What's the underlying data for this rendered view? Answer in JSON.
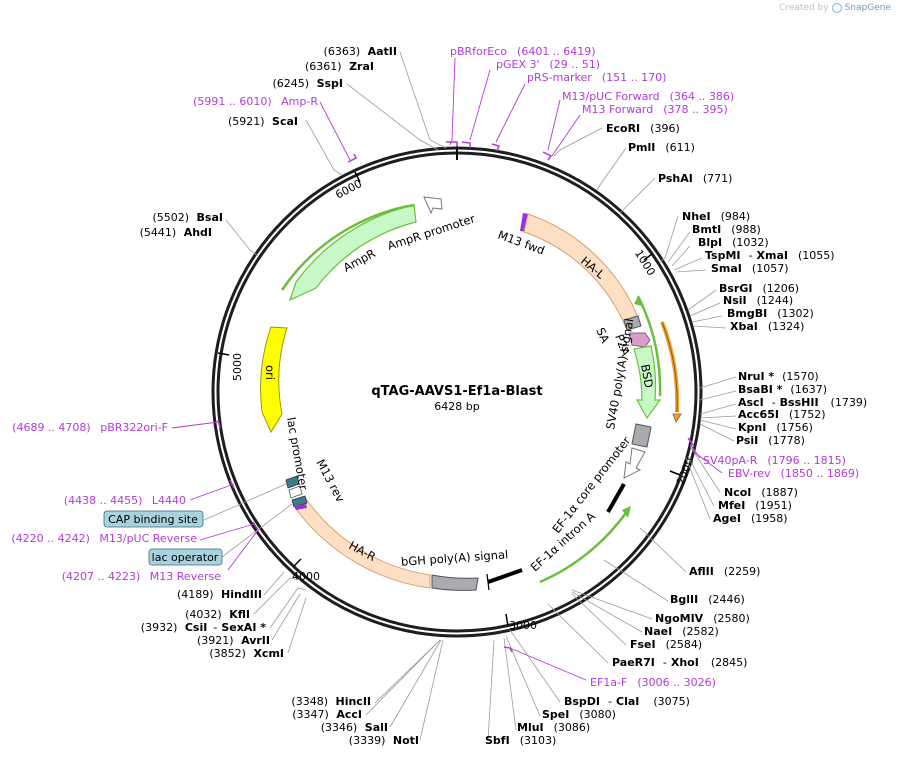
{
  "branding": {
    "created_by": "Created by",
    "app": "SnapGene"
  },
  "plasmid": {
    "name": "qTAG-AAVS1-Ef1a-Blast",
    "size": "6428 bp"
  },
  "ticks": [
    "1000",
    "2000",
    "3000",
    "4000",
    "5000",
    "6000"
  ],
  "features": {
    "m13_fwd": "M13 fwd",
    "ha_l": "HA-L",
    "sa": "SA",
    "p2a": "P2A",
    "bsd": "BSD",
    "sv40": "SV40 poly(A) signal",
    "ef1a_core": "EF-1α core promoter",
    "ef1a_intron": "EF-1α intron A",
    "bgh": "bGH poly(A) signal",
    "ha_r": "HA-R",
    "m13_rev": "M13 rev",
    "lac_promoter": "lac promoter",
    "ori": "ori",
    "ampr": "AmpR",
    "ampr_promoter": "AmpR promoter"
  },
  "boxes": {
    "cap": "CAP binding site",
    "lac_op": "lac operator"
  },
  "enzymes": {
    "aatii": {
      "pos": "(6363)",
      "name": "AatII"
    },
    "zrai": {
      "pos": "(6361)",
      "name": "ZraI"
    },
    "sspi": {
      "pos": "(6245)",
      "name": "SspI"
    },
    "scai": {
      "pos": "(5921)",
      "name": "ScaI"
    },
    "bsai": {
      "pos": "(5502)",
      "name": "BsaI"
    },
    "ahdi": {
      "pos": "(5441)",
      "name": "AhdI"
    },
    "ecori": {
      "name": "EcoRI",
      "pos": "(396)"
    },
    "pmli": {
      "name": "PmlI",
      "pos": "(611)"
    },
    "pshai": {
      "name": "PshAI",
      "pos": "(771)"
    },
    "nhei": {
      "name": "NheI",
      "pos": "(984)"
    },
    "bmti": {
      "name": "BmtI",
      "pos": "(988)"
    },
    "blpi": {
      "name": "BlpI",
      "pos": "(1032)"
    },
    "tspmi": {
      "name": "TspMI",
      "sep": "-",
      "name2": "XmaI",
      "pos": "(1055)"
    },
    "smai": {
      "name": "SmaI",
      "pos": "(1057)"
    },
    "bsrgi": {
      "name": "BsrGI",
      "pos": "(1206)"
    },
    "nsii": {
      "name": "NsiI",
      "pos": "(1244)"
    },
    "bmgbi": {
      "name": "BmgBI",
      "pos": "(1302)"
    },
    "xbai": {
      "name": "XbaI",
      "pos": "(1324)"
    },
    "nrui": {
      "name": "NruI *",
      "pos": "(1570)"
    },
    "bsabi": {
      "name": "BsaBI *",
      "pos": "(1637)"
    },
    "asci": {
      "name": "AscI",
      "sep": "-",
      "name2": "BssHII",
      "pos": "(1739)"
    },
    "acc65i": {
      "name": "Acc65I",
      "pos": "(1752)"
    },
    "kpni": {
      "name": "KpnI",
      "pos": "(1756)"
    },
    "psii": {
      "name": "PsiI",
      "pos": "(1778)"
    },
    "ncoi": {
      "name": "NcoI",
      "pos": "(1887)"
    },
    "mfei": {
      "name": "MfeI",
      "pos": "(1951)"
    },
    "agei": {
      "name": "AgeI",
      "pos": "(1958)"
    },
    "aflii": {
      "name": "AflII",
      "pos": "(2259)"
    },
    "bglii": {
      "name": "BglII",
      "pos": "(2446)"
    },
    "ngomiv": {
      "name": "NgoMIV",
      "pos": "(2580)"
    },
    "naei": {
      "name": "NaeI",
      "pos": "(2582)"
    },
    "fsei": {
      "name": "FseI",
      "pos": "(2584)"
    },
    "paer7i": {
      "name": "PaeR7I",
      "sep": "-",
      "name2": "XhoI",
      "pos": "(2845)"
    },
    "bspdi": {
      "name": "BspDI",
      "sep": "-",
      "name2": "ClaI",
      "pos": "(3075)"
    },
    "spei": {
      "name": "SpeI",
      "pos": "(3080)"
    },
    "mlui": {
      "name": "MluI",
      "pos": "(3086)"
    },
    "sbfi": {
      "name": "SbfI",
      "pos": "(3103)"
    },
    "hincii": {
      "pos": "(3348)",
      "name": "HincII"
    },
    "acci": {
      "pos": "(3347)",
      "name": "AccI"
    },
    "sali": {
      "pos": "(3346)",
      "name": "SalI"
    },
    "noti": {
      "pos": "(3339)",
      "name": "NotI"
    },
    "hindiii": {
      "pos": "(4189)",
      "name": "HindIII"
    },
    "kfli": {
      "pos": "(4032)",
      "name": "KflI"
    },
    "csii": {
      "pos": "(3932)",
      "name": "CsiI",
      "sep": "-",
      "name2": "SexAI *"
    },
    "avrii": {
      "pos": "(3921)",
      "name": "AvrII"
    },
    "xcmi": {
      "pos": "(3852)",
      "name": "XcmI"
    }
  },
  "primers": {
    "pbrforeco": {
      "name": "pBRforEco",
      "range": "(6401 .. 6419)"
    },
    "pgex3": {
      "name": "pGEX 3'",
      "range": "(29 .. 51)"
    },
    "prs": {
      "name": "pRS-marker",
      "range": "(151 .. 170)"
    },
    "m13puc_fwd": {
      "name": "M13/pUC Forward",
      "range": "(364 .. 386)"
    },
    "m13_fwd": {
      "name": "M13 Forward",
      "range": "(378 .. 395)"
    },
    "ampr": {
      "range": "(5991 .. 6010)",
      "name": "Amp-R"
    },
    "pbr322ori": {
      "range": "(4689 .. 4708)",
      "name": "pBR322ori-F"
    },
    "l4440": {
      "range": "(4438 .. 4455)",
      "name": "L4440"
    },
    "m13puc_rev": {
      "range": "(4220 .. 4242)",
      "name": "M13/pUC Reverse"
    },
    "m13_rev": {
      "range": "(4207 .. 4223)",
      "name": "M13 Reverse"
    },
    "sv40pa_r": {
      "name": "SV40pA-R",
      "range": "(1796 .. 1815)"
    },
    "ebv_rev": {
      "name": "EBV-rev",
      "range": "(1850 .. 1869)"
    },
    "ef1a_f": {
      "name": "EF1a-F",
      "range": "(3006 .. 3026)"
    }
  },
  "colors": {
    "ring": "#222222",
    "green_feature": "#c8f7c8",
    "green_edge": "#6abf3a",
    "peach": "#fde0c4",
    "ori": "#ffff00",
    "gray_feature": "#a9abb0",
    "primer": "#b13bd6",
    "cap_box": "#a9d2df",
    "orange": "#f2a12a"
  }
}
